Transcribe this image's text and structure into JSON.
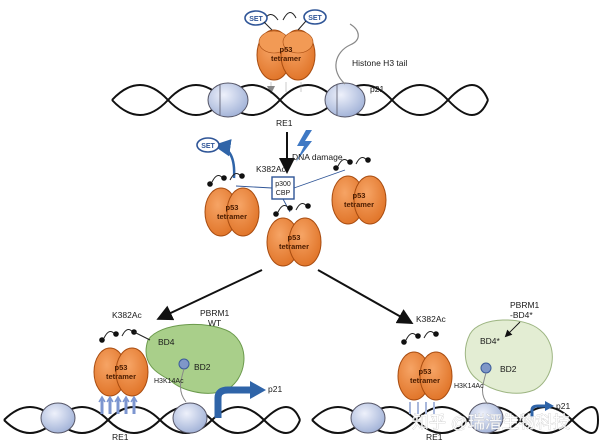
{
  "top": {
    "set_left": "SET",
    "set_right": "SET",
    "p53_line1": "p53",
    "p53_line2": "tetramer",
    "histone_label": "Histone H3 tail",
    "p21_label": "p21",
    "re1_label": "RE1"
  },
  "middle": {
    "set_label": "SET",
    "dna_damage_label": "DNA damage",
    "k382_label": "K382Ac",
    "p300_line1": "p300",
    "p300_line2": "CBP",
    "p53_line1": "p53",
    "p53_line2": "tetramer"
  },
  "left_panel": {
    "k382_label": "K382Ac",
    "pbrm1_line1": "PBRM1",
    "pbrm1_line2": "WT",
    "bd4_label": "BD4",
    "bd2_label": "BD2",
    "h3k14_label": "H3K14Ac",
    "p53_line1": "p53",
    "p53_line2": "tetramer",
    "p21_label": "p21",
    "re1_label": "RE1"
  },
  "right_panel": {
    "k382_label": "K382Ac",
    "pbrm1_line1": "PBRM1",
    "pbrm1_line2": "-BD4*",
    "bd4_label": "BD4*",
    "bd2_label": "BD2",
    "h3k14_label": "H3K14Ac",
    "p53_line1": "p53",
    "p53_line2": "tetramer",
    "p21_label": "p21",
    "re1_label": "RE1"
  },
  "watermark": "知乎 @瑞溍生物科技",
  "colors": {
    "p53": "#e8823a",
    "p53_outline": "#a84c10",
    "nucleosome": "#c9d3ec",
    "pbrm1_wt": "#a9cf8a",
    "pbrm1_mut": "#e3edd3",
    "arrow_blue": "#2f64a8",
    "set_blue": "#2f5597"
  },
  "icons": [
    "lightning-icon",
    "curved-arrow-icon"
  ]
}
